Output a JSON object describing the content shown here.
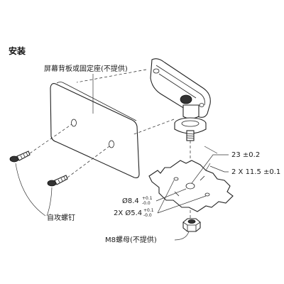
{
  "heading": "安装",
  "labels": {
    "plate": "屏幕背板或固定座(不提供)",
    "screws": "自攻螺钉",
    "nut": "M8螺母(不提供)",
    "dim_center": "23 ±0.2",
    "dim_holes": "2 X 11.5 ±0.1",
    "dim_big_hole": "Ø8.4",
    "dim_big_hole_tol_upper": "+0.1",
    "dim_big_hole_tol_lower": "-0.0",
    "dim_small_holes": "2X Ø5.4",
    "dim_small_holes_tol_upper": "+0.1",
    "dim_small_holes_tol_lower": "-0.0"
  },
  "icons": {
    "bracket": "mounting-bracket-icon",
    "screw": "screw-icon",
    "nut": "hex-nut-icon",
    "template": "hole-template-icon"
  },
  "colors": {
    "line": "#222222",
    "text": "#1a1a1a",
    "background": "#ffffff"
  }
}
